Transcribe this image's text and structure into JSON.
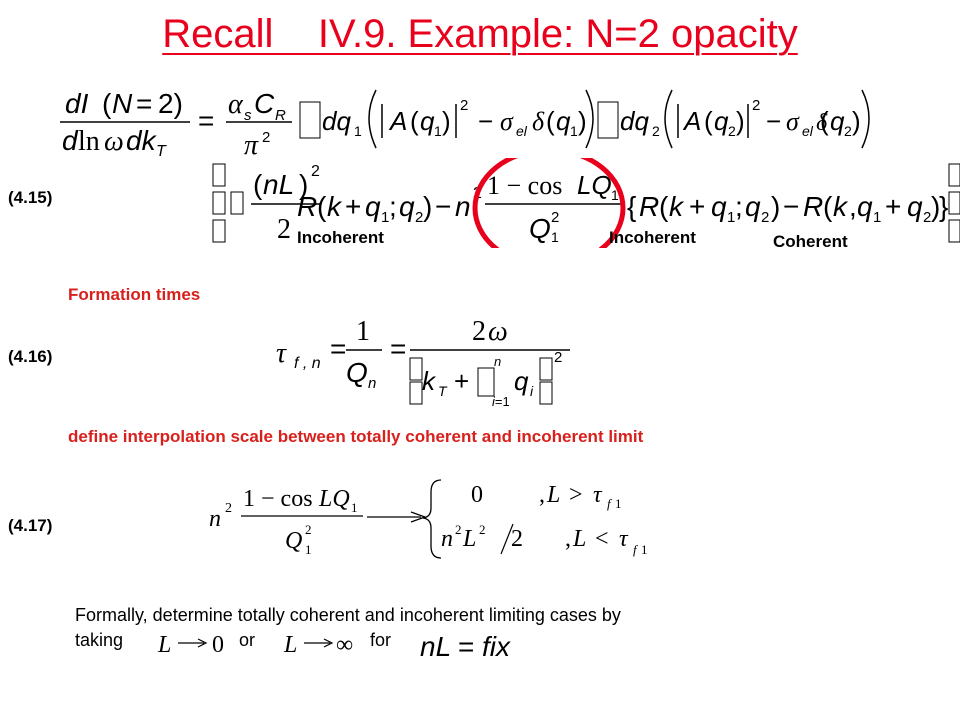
{
  "slide": {
    "title": "Recall    IV.9. Example: N=2 opacity",
    "eq_labels": [
      "(4.15)",
      "(4.16)",
      "(4.17)"
    ],
    "term_labels": {
      "incoherent_1": "Incoherent",
      "incoherent_2": "Incoherent",
      "coherent": "Coherent"
    },
    "formation_times_label": "Formation times",
    "interpolation_text": "define interpolation scale between totally coherent and incoherent limit",
    "formally_text": "Formally, determine totally coherent and incoherent limiting cases by",
    "taking_word": "taking",
    "or_word": "or",
    "for_word": "for",
    "colors": {
      "title": "#e8001c",
      "accent_text": "#d8201c",
      "circle": "#e8001c"
    }
  }
}
